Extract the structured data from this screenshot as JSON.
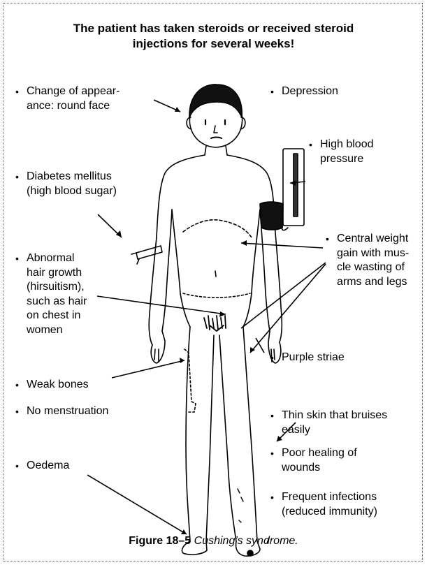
{
  "title_line1": "The patient has taken steroids or received steroid",
  "title_line2": "injections for several weeks!",
  "labels": {
    "appearance_1": "Change of appear-",
    "appearance_2": "ance: round face",
    "depression": "Depression",
    "bp_1": "High blood",
    "bp_2": "pressure",
    "diabetes_1": "Diabetes mellitus",
    "diabetes_2": "(high blood sugar)",
    "weight_1": "Central weight",
    "weight_2": "gain with mus-",
    "weight_3": "cle wasting of",
    "weight_4": "arms and legs",
    "hair_1": "Abnormal",
    "hair_2": "hair growth",
    "hair_3": "(hirsuitism),",
    "hair_4": "such as hair",
    "hair_5": "on chest in",
    "hair_6": "women",
    "striae": "Purple striae",
    "bones": "Weak bones",
    "menstruation": "No menstruation",
    "skin_1": "Thin skin that bruises",
    "skin_2": "easily",
    "healing_1": "Poor healing of",
    "healing_2": "wounds",
    "oedema": "Oedema",
    "infections_1": "Frequent infections",
    "infections_2": "(reduced immunity)"
  },
  "bullet": "•",
  "caption": {
    "number": "Figure 18–5",
    "text": "Cushing’s syndrome."
  }
}
